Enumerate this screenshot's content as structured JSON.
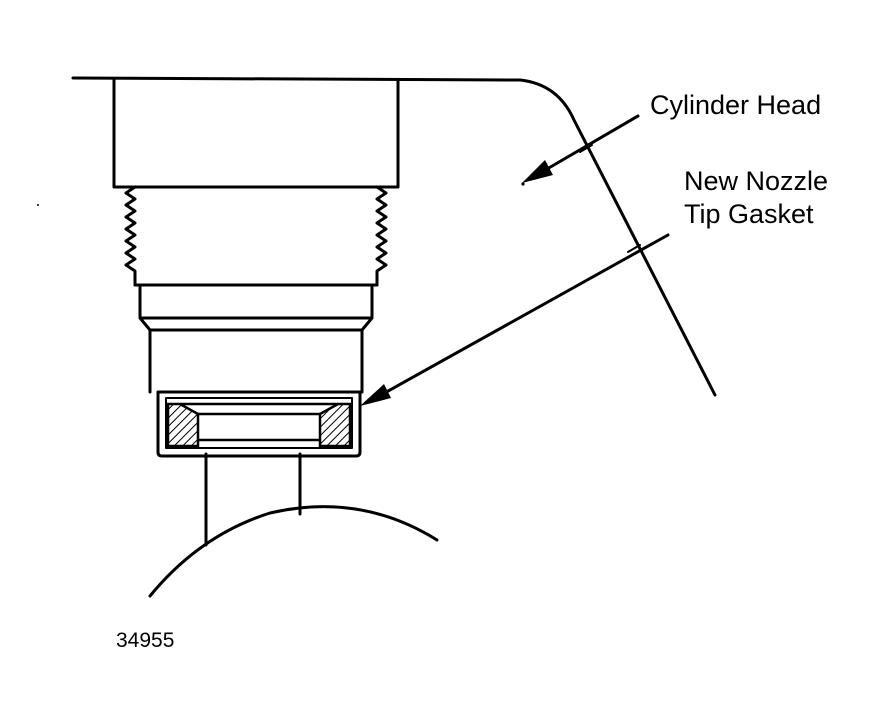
{
  "labels": {
    "cylinder_head": "Cylinder Head",
    "gasket_line1": "New Nozzle",
    "gasket_line2": "Tip Gasket"
  },
  "figure_number": "34955",
  "colors": {
    "ink": "#000000",
    "paper": "#ffffff"
  }
}
